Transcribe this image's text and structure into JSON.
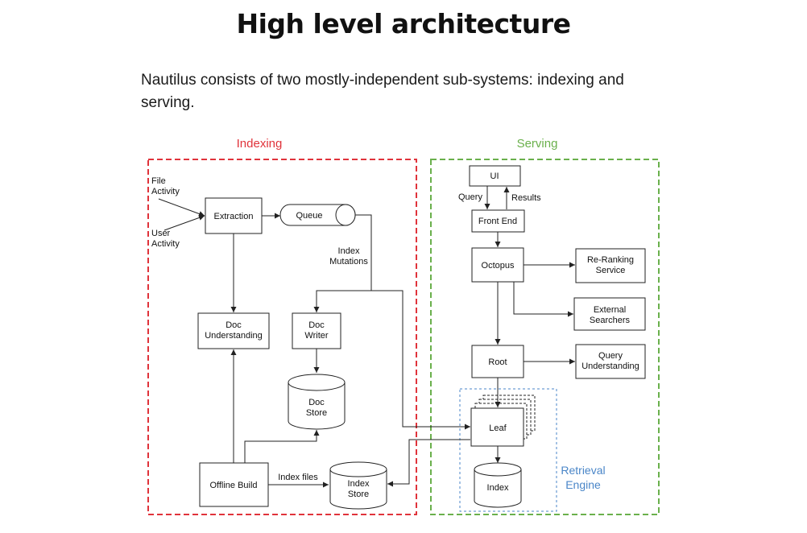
{
  "title": "High level architecture",
  "intro": "Nautilus consists of two mostly-independent sub-systems: indexing and serving.",
  "colors": {
    "indexing": "#e0333b",
    "serving": "#6ab04c",
    "engine": "#4a86c8"
  },
  "diagram": {
    "indexing_label": "Indexing",
    "serving_label": "Serving",
    "engine_label_1": "Retrieval",
    "engine_label_2": "Engine",
    "file_activity_1": "File",
    "file_activity_2": "Activity",
    "user_activity_1": "User",
    "user_activity_2": "Activity",
    "extraction": "Extraction",
    "queue": "Queue",
    "index_mutations_1": "Index",
    "index_mutations_2": "Mutations",
    "doc_understanding_1": "Doc",
    "doc_understanding_2": "Understanding",
    "doc_writer_1": "Doc",
    "doc_writer_2": "Writer",
    "doc_store_1": "Doc",
    "doc_store_2": "Store",
    "offline_build": "Offline Build",
    "index_files": "Index files",
    "index_store_1": "Index",
    "index_store_2": "Store",
    "ui": "UI",
    "query": "Query",
    "results": "Results",
    "front_end": "Front End",
    "octopus": "Octopus",
    "reranking_1": "Re-Ranking",
    "reranking_2": "Service",
    "external_1": "External",
    "external_2": "Searchers",
    "root": "Root",
    "query_understanding_1": "Query",
    "query_understanding_2": "Understanding",
    "leaf": "Leaf",
    "index": "Index"
  }
}
